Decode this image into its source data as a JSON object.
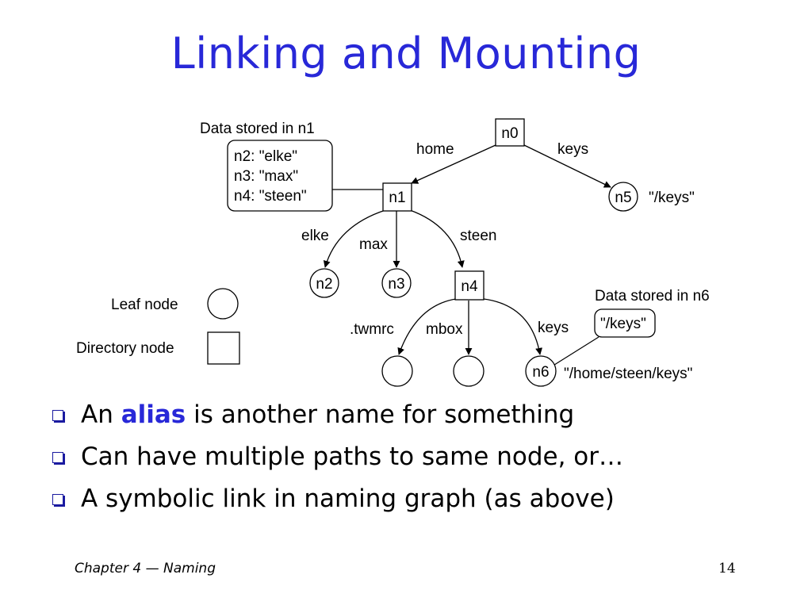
{
  "slide": {
    "title": "Linking and Mounting",
    "footer": {
      "chapter": "Chapter 4",
      "dash": "—",
      "topic": "Naming",
      "page": "14"
    }
  },
  "diagram": {
    "nodes": {
      "n0": "n0",
      "n1": "n1",
      "n2": "n2",
      "n3": "n3",
      "n4": "n4",
      "n5": "n5",
      "n6": "n6"
    },
    "edges": {
      "home": "home",
      "keys_top": "keys",
      "elke": "elke",
      "max": "max",
      "steen": "steen",
      "twmrc": ".twmrc",
      "mbox": "mbox",
      "keys_bottom": "keys"
    },
    "n1_data": {
      "caption": "Data stored in n1",
      "lines": [
        "n2: \"elke\"",
        "n3: \"max\"",
        "n4: \"steen\""
      ]
    },
    "n6_data": {
      "caption": "Data stored in n6",
      "value": "\"/keys\""
    },
    "path_labels": {
      "n5": "\"/keys\"",
      "n6": "\"/home/steen/keys\""
    },
    "legend": {
      "leaf": "Leaf node",
      "directory": "Directory node"
    }
  },
  "bullets": [
    {
      "before": "An ",
      "highlight": "alias",
      "after": " is another name for something"
    },
    {
      "before": "Can have multiple paths to same node, or…"
    },
    {
      "before": "A symbolic link in naming graph (as above)"
    }
  ]
}
